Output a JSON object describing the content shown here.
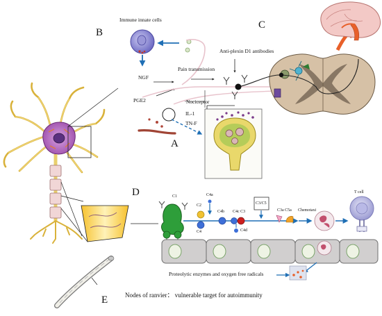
{
  "panels": {
    "a": "A",
    "b": "B",
    "c": "C",
    "d": "D",
    "e": "E"
  },
  "labels": {
    "immune_innate_cells": "Immune innate cells",
    "ngf": "NGF",
    "pge2": "PGE2",
    "pain_transmission": "Pain transmission",
    "nociceptor": "Nociceptor",
    "il1": "IL-1",
    "tnf": "TN-F",
    "anti_plexin": "Anti-plexin D1 antibodies",
    "proteolytic": "Proteolytic enzymes and oxygen free radicals",
    "nodes_of_ranvier": "Nodes of ranvier： vulnerable target for autoimmunity",
    "t_cell": "T cell"
  },
  "complement": {
    "c1": "C1",
    "c2": "C2",
    "c4a": "C4a",
    "c4": "C4",
    "c4b": "C4b",
    "c4c_c3": "C4c C3",
    "c4d": "C4d",
    "c3_c5": "C3/C5",
    "c3a_c5a": "C3a C5a",
    "chemotaxis": "Chemotaxi"
  },
  "colors": {
    "arrow_blue": "#1f6fb5",
    "arrow_orange": "#e8602a",
    "neuron_yellow": "#f2c94c",
    "epithelium_gray": "#8c8c8c",
    "c1_green": "#2e9e3a"
  }
}
